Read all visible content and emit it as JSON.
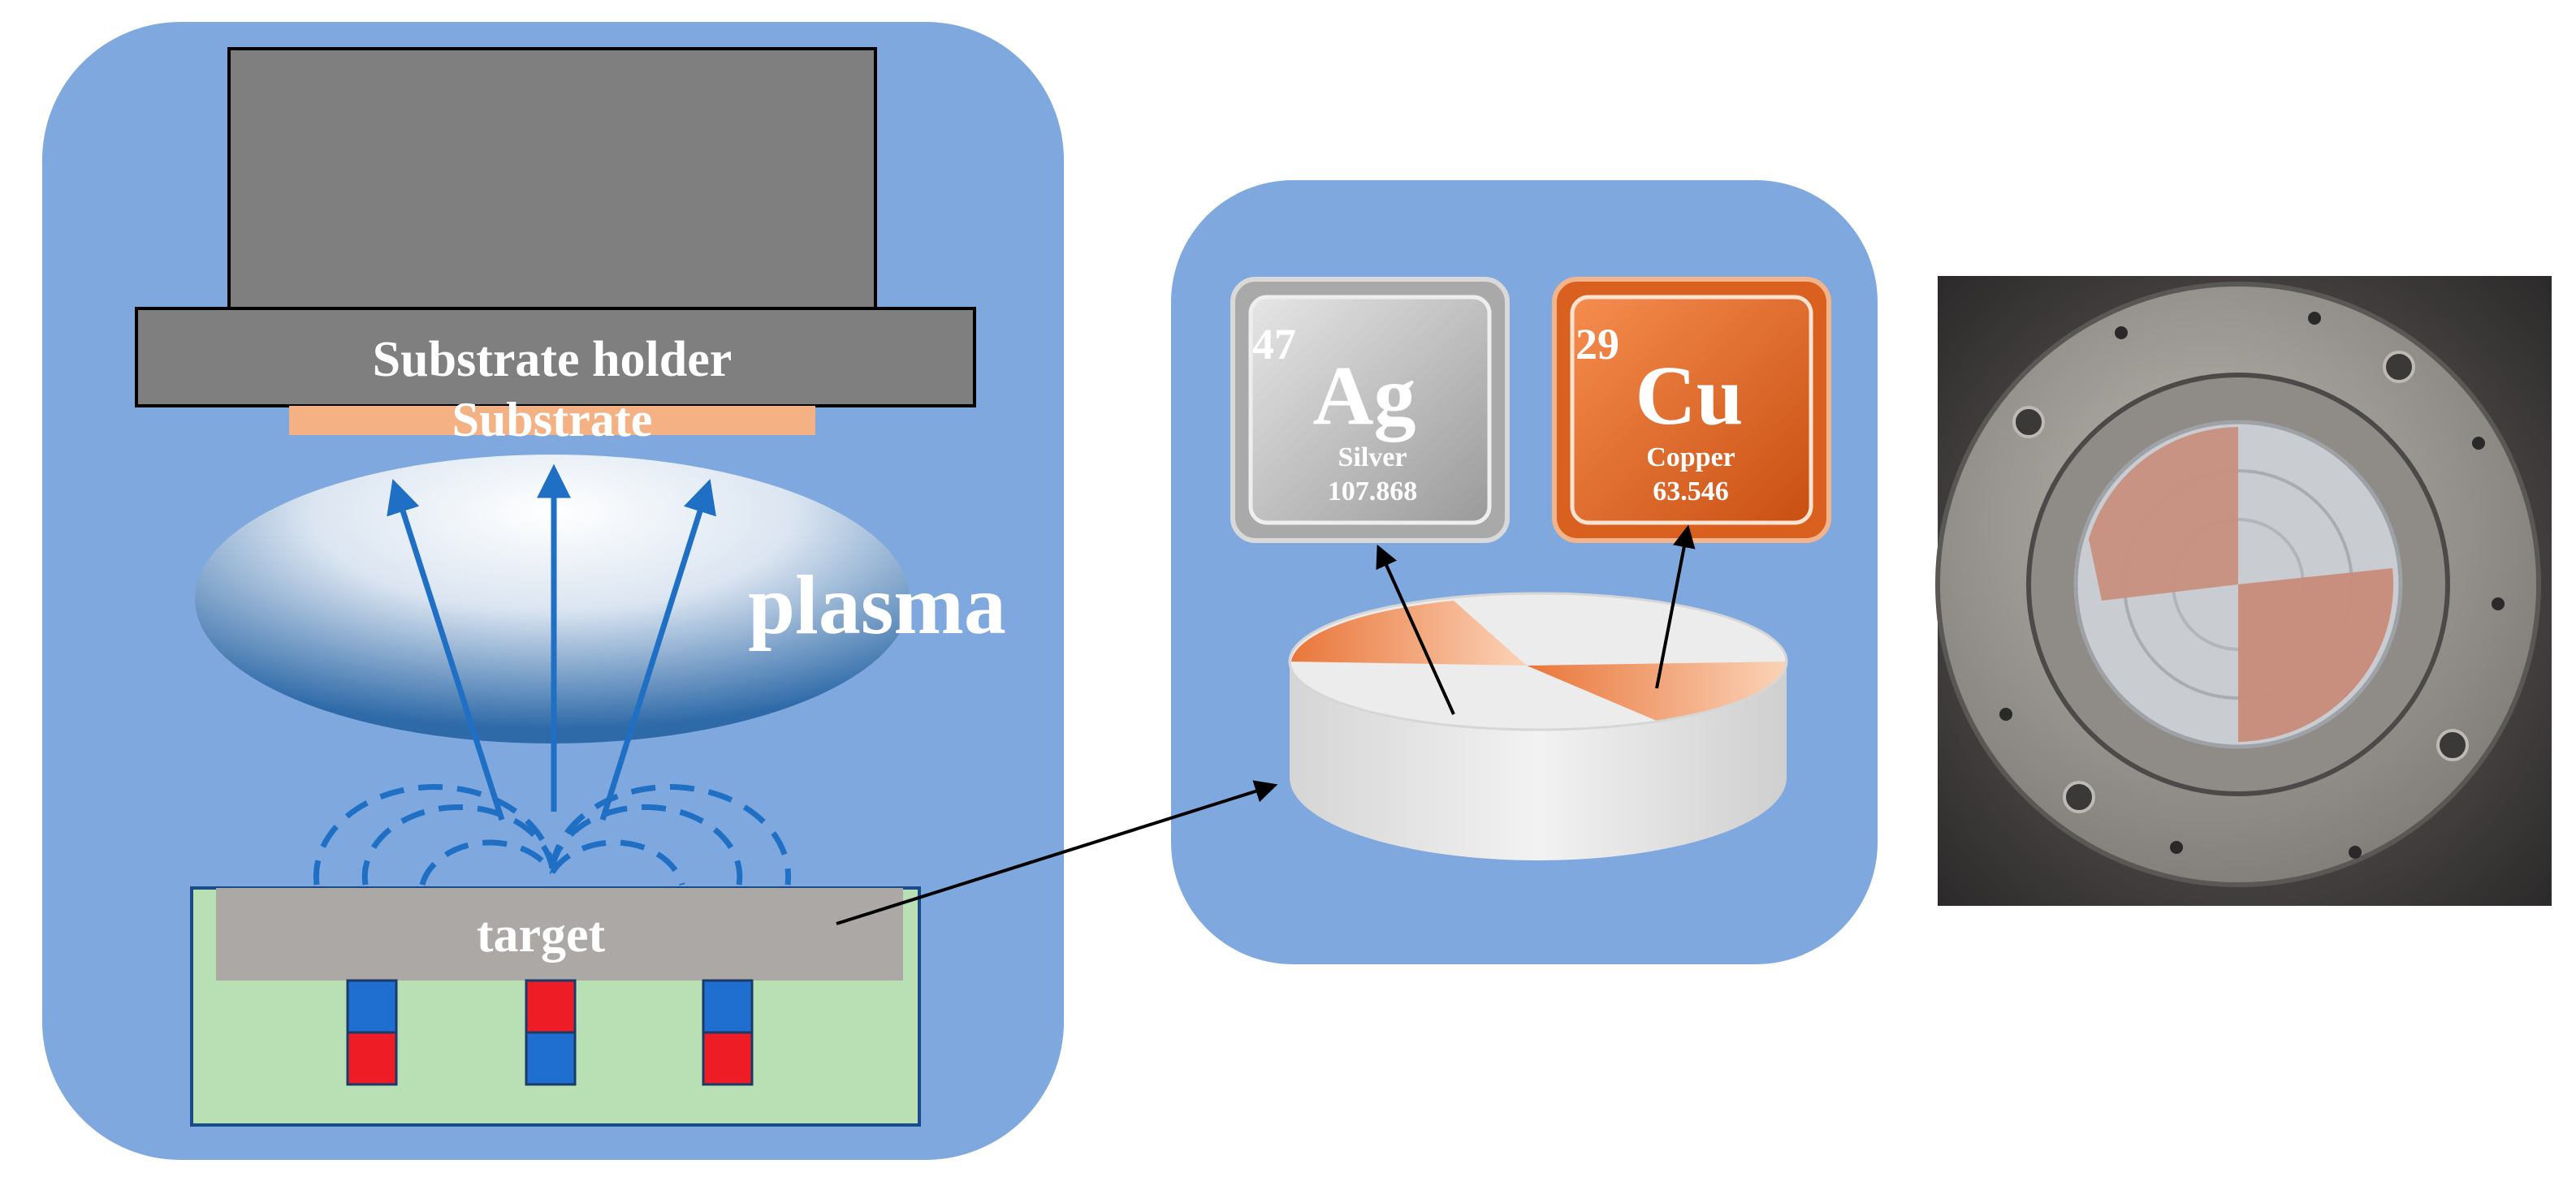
{
  "labels": {
    "substrate_holder": "Substrate holder",
    "substrate": "Substrate",
    "plasma": "plasma",
    "target": "target"
  },
  "elements": [
    {
      "number": "47",
      "symbol": "Ag",
      "name": "Silver",
      "mass": "107.868",
      "color": "#bdbdbd"
    },
    {
      "number": "29",
      "symbol": "Cu",
      "name": "Copper",
      "mass": "63.546",
      "color": "#e8641e"
    }
  ],
  "colors": {
    "panel_blue": "#7fa8df",
    "holder_gray": "#7f7f7f",
    "substrate_orange": "#f4b183",
    "target_gray": "#aba8a6",
    "base_green": "#b8e0b4",
    "magnet_blue": "#1f6fd1",
    "magnet_red": "#ee1c24",
    "arrow_blue": "#1f6fc5"
  },
  "photo": {
    "icon": "sputter-target-photo",
    "description_hidden": true
  }
}
